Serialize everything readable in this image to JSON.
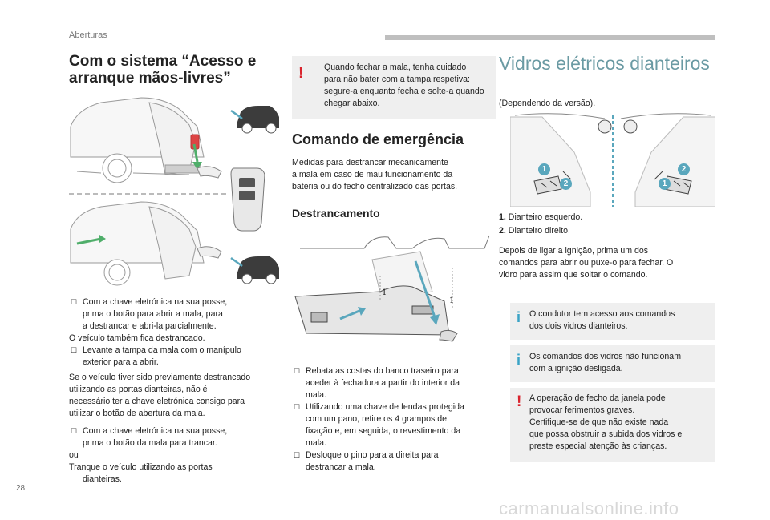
{
  "header": {
    "section": "Aberturas"
  },
  "page_number": "28",
  "watermark": "carmanualsonline.info",
  "left": {
    "title_line1": "Com o sistema “Acesso e",
    "title_line2": "arranque mãos-livres”",
    "bullet1_l1": "Com a chave eletrónica na sua posse,",
    "bullet1_l2": "prima o botão para abrir a mala, para",
    "bullet1_l3": "a destrancar e abri-la parcialmente.",
    "line_unlocked": "O veículo também fica destrancado.",
    "bullet2_l1": "Levante a tampa da mala com o manípulo",
    "bullet2_l2": "exterior para a abrir.",
    "para_l1": "Se o veículo tiver sido previamente destrancado",
    "para_l2": "utilizando as portas dianteiras, não é",
    "para_l3": "necessário ter a chave eletrónica consigo para",
    "para_l4": "utilizar o botão de abertura da mala.",
    "bullet3_l1": "Com a chave eletrónica na sua posse,",
    "bullet3_l2": "prima o botão da mala para trancar.",
    "ou": "ou",
    "lock_l1": "Tranque o veículo utilizando as portas",
    "lock_l2": "dianteiras."
  },
  "middle": {
    "warn_l1": "Quando fechar a mala, tenha cuidado",
    "warn_l2": "para não bater com a tampa respetiva:",
    "warn_l3": "segure-a enquanto fecha e solte-a quando",
    "warn_l4": "chegar abaixo.",
    "emergency_title": "Comando de emergência",
    "emergency_l1": "Medidas para destrancar mecanicamente",
    "emergency_l2": "a mala em caso de mau funcionamento da",
    "emergency_l3": "bateria ou do fecho centralizado das portas.",
    "unlock_title": "Destrancamento",
    "fig_label_1a": "1",
    "fig_label_1b": "1",
    "b1_l1": "Rebata as costas do banco traseiro para",
    "b1_l2": "aceder à fechadura a partir do interior da",
    "b1_l3": "mala.",
    "b2_l1": "Utilizando uma chave de fendas protegida",
    "b2_l2": "com um pano, retire os 4 grampos de",
    "b2_l3": "fixação e, em seguida, o revestimento da",
    "b2_l4": "mala.",
    "b3_l1": "Desloque o pino para a direita para",
    "b3_l2": "destrancar a mala."
  },
  "right": {
    "title": "Vidros elétricos dianteiros",
    "version": "(Dependendo da versão).",
    "badge1": "1",
    "badge2": "2",
    "item1_num": "1.",
    "item1": "Dianteiro esquerdo.",
    "item2_num": "2.",
    "item2": "Dianteiro direito.",
    "para_l1": "Depois de ligar a ignição, prima um dos",
    "para_l2": "comandos para abrir ou puxe-o para fechar. O",
    "para_l3": "vidro para assim que soltar o comando.",
    "info1_l1": "O condutor tem acesso aos comandos",
    "info1_l2": "dos dois vidros dianteiros.",
    "info2_l1": "Os comandos dos vidros não funcionam",
    "info2_l2": "com a ignição desligada.",
    "warn_l1": "A operação de fecho da janela pode",
    "warn_l2": "provocar ferimentos graves.",
    "warn_l3": "Certifique-se de que não existe nada",
    "warn_l4": "que possa obstruir a subida dos vidros e",
    "warn_l5": "preste especial atenção às crianças."
  },
  "icons": {
    "bullet": "arrow-bullet",
    "warning": "exclamation-icon",
    "info": "info-icon"
  },
  "colors": {
    "accent": "#5aa7bd",
    "warning": "#d9232d",
    "info": "#3aa3c6",
    "note_bg": "#efefef",
    "title_light": "#6a9aa3"
  }
}
